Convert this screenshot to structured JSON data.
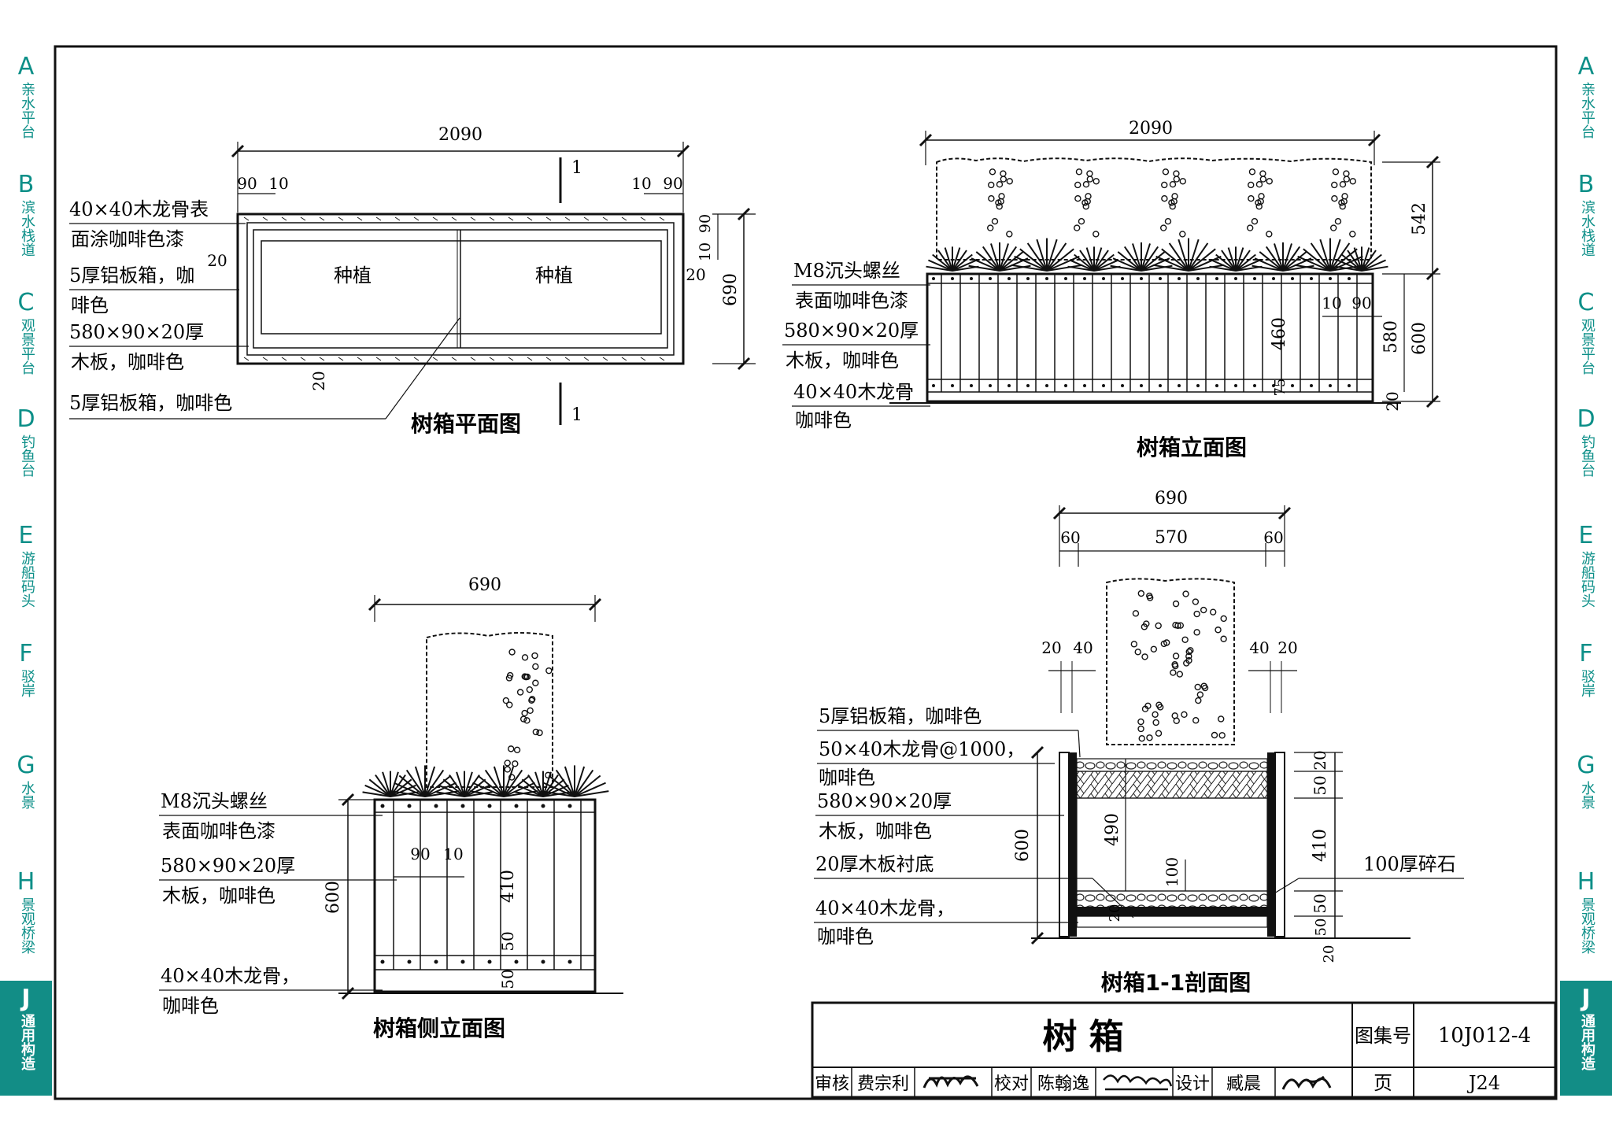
{
  "side_tabs": [
    {
      "letter": "A",
      "label": "亲水平台",
      "active": false
    },
    {
      "letter": "B",
      "label": "滨水栈道",
      "active": false
    },
    {
      "letter": "C",
      "label": "观景平台",
      "active": false
    },
    {
      "letter": "D",
      "label": "钓鱼台",
      "active": false
    },
    {
      "letter": "E",
      "label": "游船码头",
      "active": false
    },
    {
      "letter": "F",
      "label": "驳岸",
      "active": false
    },
    {
      "letter": "G",
      "label": "水景",
      "active": false
    },
    {
      "letter": "H",
      "label": "景观桥梁",
      "active": false
    },
    {
      "letter": "J",
      "label": "通用构造",
      "active": true
    }
  ],
  "plan": {
    "title": "树箱平面图",
    "overall_width": "2090",
    "dim_90": "90",
    "dim_10": "10",
    "dim_20": "20",
    "dim_690": "690",
    "cell_left": "种植",
    "cell_right": "种植",
    "section_mark": "1",
    "notes": [
      "40×40木龙骨表",
      "面涂咖啡色漆",
      "5厚铝板箱，咖",
      "啡色",
      "580×90×20厚",
      "木板，咖啡色",
      "5厚铝板箱，咖啡色"
    ]
  },
  "elevation": {
    "title": "树箱立面图",
    "overall_width": "2090",
    "dim_542": "542",
    "dim_600": "600",
    "dim_580": "580",
    "dim_460": "460",
    "dim_20": "20",
    "dim_75": "75",
    "dim_10": "10",
    "dim_90": "90",
    "notes": [
      "M8沉头螺丝",
      "表面咖啡色漆",
      "580×90×20厚",
      "木板，咖啡色",
      "40×40木龙骨",
      "咖啡色"
    ]
  },
  "side_elevation": {
    "title": "树箱侧立面图",
    "dim_690": "690",
    "dim_600": "600",
    "dim_410": "410",
    "dim_50": "50",
    "dim_90": "90",
    "dim_10": "10",
    "notes": [
      "M8沉头螺丝",
      "表面咖啡色漆",
      "580×90×20厚",
      "木板，咖啡色",
      "40×40木龙骨，",
      "咖啡色"
    ]
  },
  "section": {
    "title": "树箱1-1剖面图",
    "dim_690": "690",
    "dim_570": "570",
    "dim_60": "60",
    "dim_20": "20",
    "dim_40": "40",
    "dim_600": "600",
    "dim_490": "490",
    "dim_100": "100",
    "dim_410": "410",
    "dim_50": "50",
    "dim_2050": "20",
    "notes": [
      "5厚铝板箱，咖啡色",
      "50×40木龙骨@1000，",
      "咖啡色",
      "580×90×20厚",
      "木板，咖啡色",
      "20厚木板衬底",
      "40×40木龙骨，",
      "咖啡色"
    ],
    "gravel_note": "100厚碎石"
  },
  "title_block": {
    "title": "树  箱",
    "atlas_label": "图集号",
    "atlas_no": "10J012-4",
    "page_label": "页",
    "page_no": "J24",
    "review_label": "审核",
    "reviewer": "费宗利",
    "check_label": "校对",
    "checker": "陈翰逸",
    "design_label": "设计",
    "designer": "臧晨"
  }
}
